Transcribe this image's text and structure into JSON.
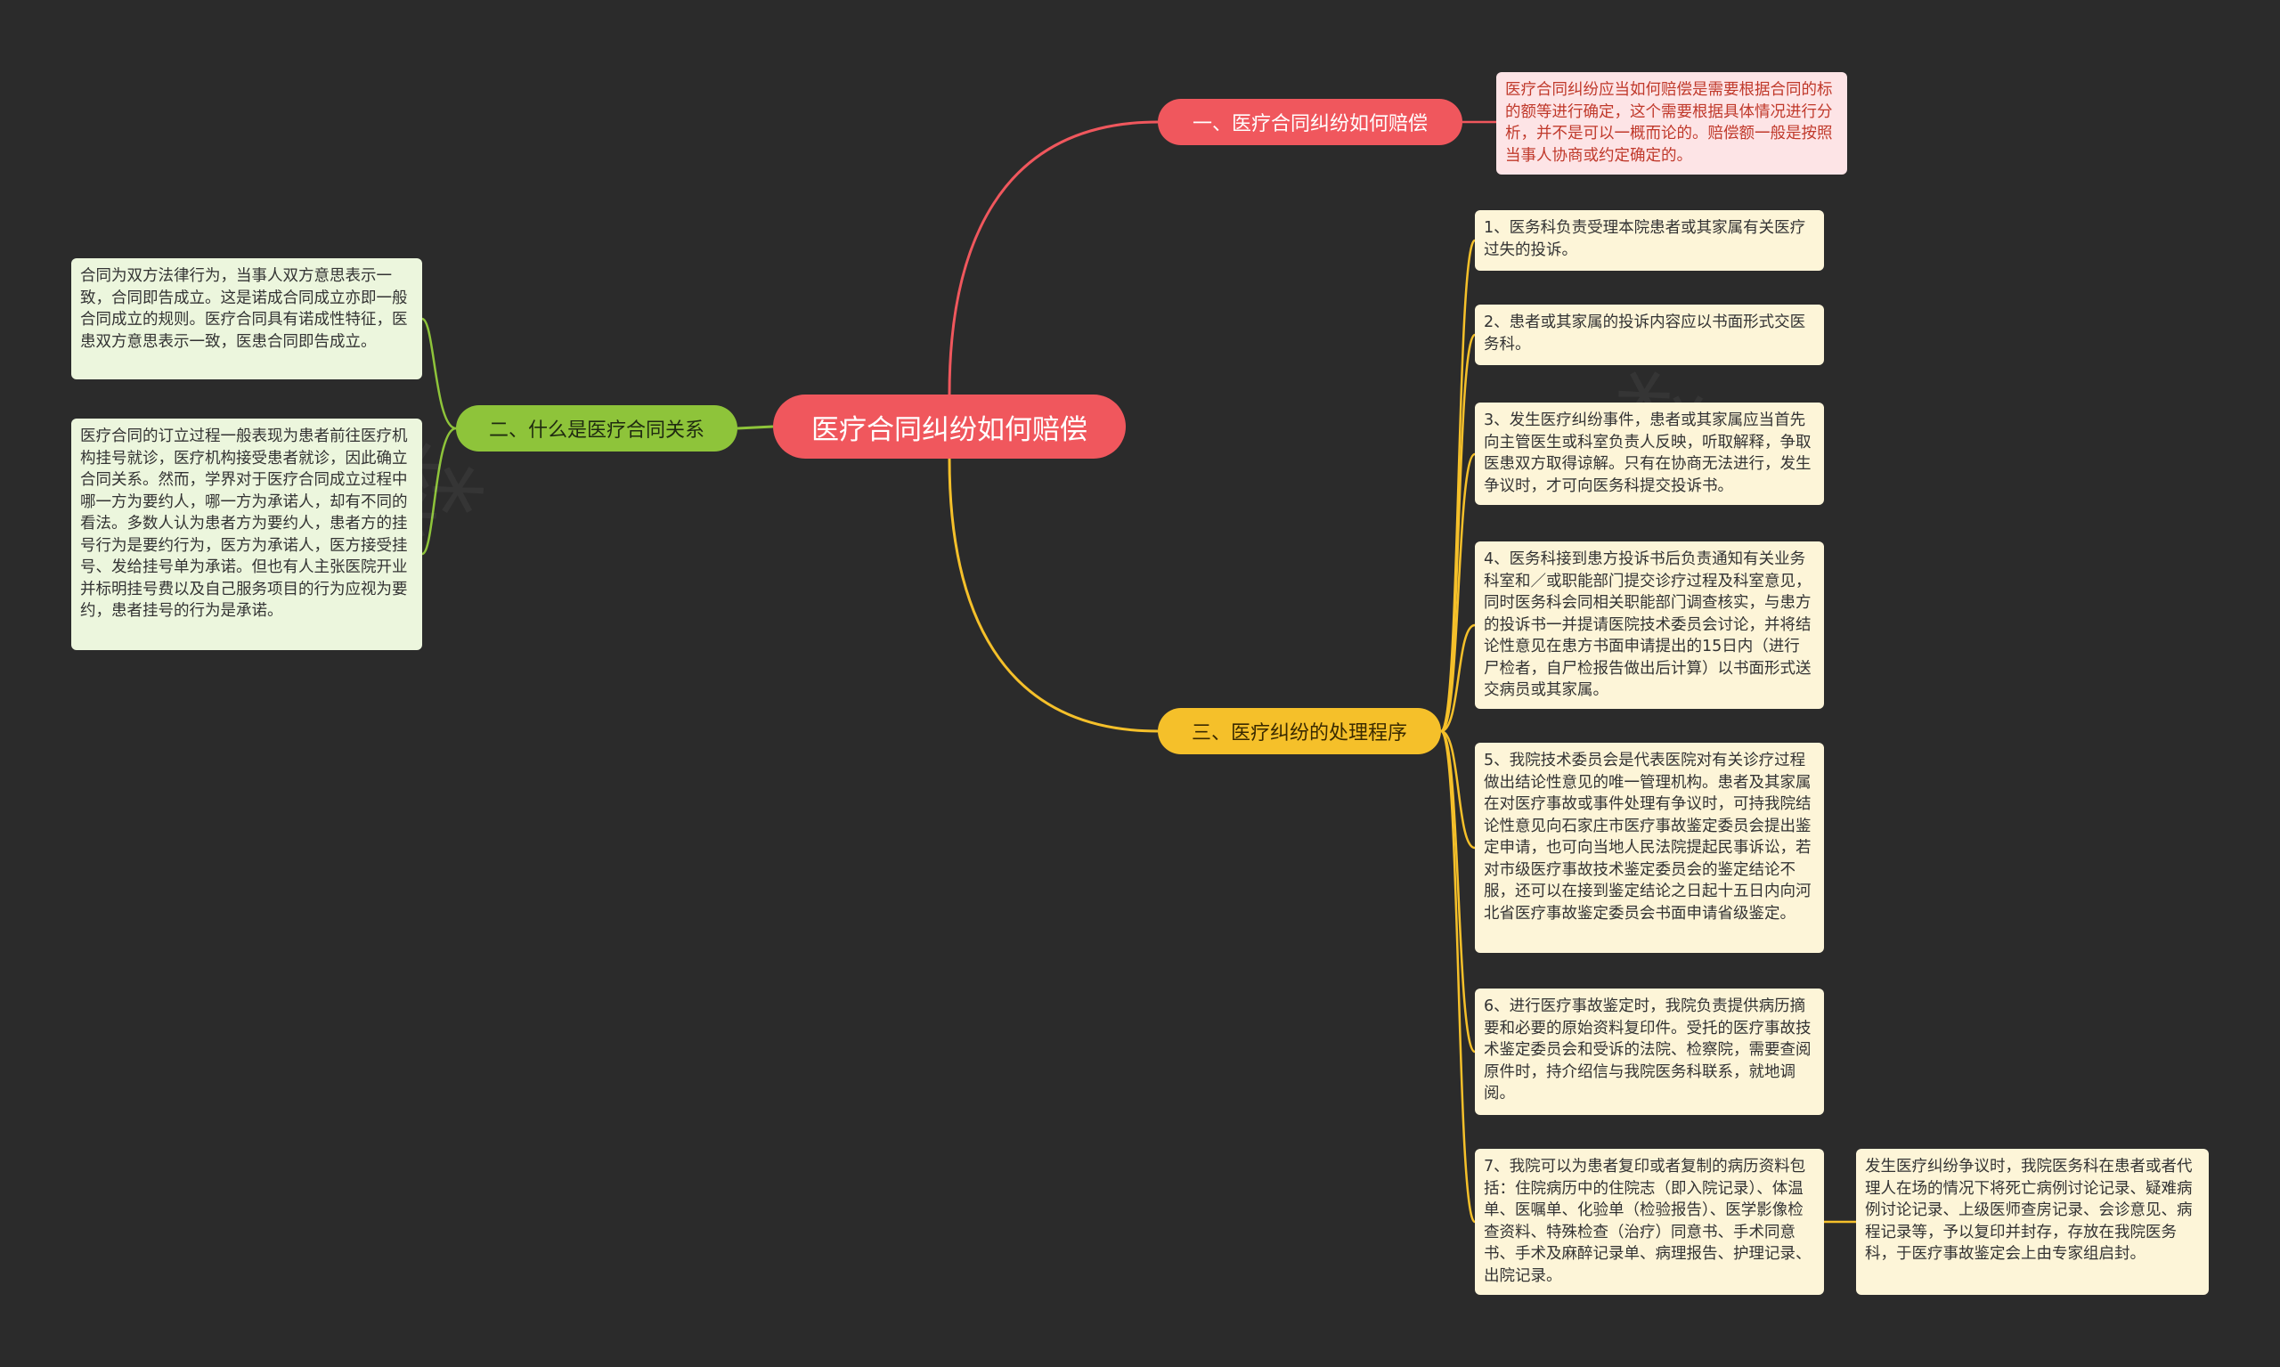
{
  "root": {
    "label": "医疗合同纠纷如何赔偿"
  },
  "branches": [
    {
      "label": "一、医疗合同纠纷如何赔偿",
      "color": "#f0575d",
      "leaves": [
        "医疗合同纠纷应当如何赔偿是需要根据合同的标的额等进行确定，这个需要根据具体情况进行分析，并不是可以一概而论的。赔偿额一般是按照当事人协商或约定确定的。"
      ]
    },
    {
      "label": "二、什么是医疗合同关系",
      "color": "#8ec43a",
      "leaves": [
        "合同为双方法律行为，当事人双方意思表示一致，合同即告成立。这是诺成合同成立亦即一般合同成立的规则。医疗合同具有诺成性特征，医患双方意思表示一致，医患合同即告成立。",
        "医疗合同的订立过程一般表现为患者前往医疗机构挂号就诊，医疗机构接受患者就诊，因此确立合同关系。然而，学界对于医疗合同成立过程中哪一方为要约人，哪一方为承诺人，却有不同的看法。多数人认为患者方为要约人，患者方的挂号行为是要约行为，医方为承诺人，医方接受挂号、发给挂号单为承诺。但也有人主张医院开业并标明挂号费以及自己服务项目的行为应视为要约，患者挂号的行为是承诺。"
      ]
    },
    {
      "label": "三、医疗纠纷的处理程序",
      "color": "#f5c02a",
      "leaves": [
        "1、医务科负责受理本院患者或其家属有关医疗过失的投诉。",
        "2、患者或其家属的投诉内容应以书面形式交医务科。",
        "3、发生医疗纠纷事件，患者或其家属应当首先向主管医生或科室负责人反映，听取解释，争取医患双方取得谅解。只有在协商无法进行，发生争议时，才可向医务科提交投诉书。",
        "4、医务科接到患方投诉书后负责通知有关业务科室和／或职能部门提交诊疗过程及科室意见，同时医务科会同相关职能部门调查核实，与患方的投诉书一并提请医院技术委员会讨论，并将结论性意见在患方书面申请提出的15日内（进行尸检者，自尸检报告做出后计算）以书面形式送交病员或其家属。",
        "5、我院技术委员会是代表医院对有关诊疗过程做出结论性意见的唯一管理机构。患者及其家属在对医疗事故或事件处理有争议时，可持我院结论性意见向石家庄市医疗事故鉴定委员会提出鉴定申请，也可向当地人民法院提起民事诉讼，若对市级医疗事故技术鉴定委员会的鉴定结论不服，还可以在接到鉴定结论之日起十五日内向河北省医疗事故鉴定委员会书面申请省级鉴定。",
        "6、进行医疗事故鉴定时，我院负责提供病历摘要和必要的原始资料复印件。受托的医疗事故技术鉴定委员会和受诉的法院、检察院，需要查阅原件时，持介绍信与我院医务科联系，就地调阅。",
        "7、我院可以为患者复印或者复制的病历资料包括：住院病历中的住院志（即入院记录）、体温单、医嘱单、化验单（检验报告）、医学影像检查资料、特殊检查（治疗）同意书、手术同意书、手术及麻醉记录单、病理报告、护理记录、出院记录。"
      ],
      "subleaf": "发生医疗纠纷争议时，我院医务科在患者或者代理人在场的情况下将死亡病例讨论记录、疑难病例讨论记录、上级医师查房记录、会诊意见、病程记录等，予以复印并封存，存放在我院医务科，于医疗事故鉴定会上由专家组启封。"
    }
  ],
  "link_colors": {
    "red": "#f0575d",
    "green": "#8ec43a",
    "yellow": "#f5c02a"
  }
}
